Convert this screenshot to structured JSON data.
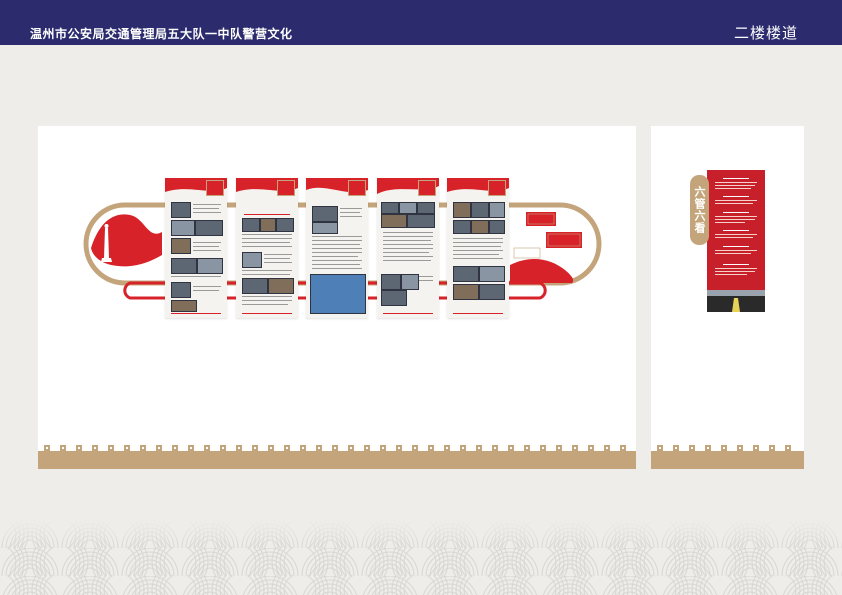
{
  "header": {
    "title": "温州市公安局交通管理局五大队一中队警营文化",
    "location": "二楼楼道"
  },
  "side_sign": {
    "title": "六管六看"
  },
  "colors": {
    "header_bg": "#2b2b6e",
    "accent_red": "#d7222a",
    "gold": "#c4a57b",
    "page_bg": "#eeedea",
    "wall": "#ffffff"
  },
  "icons": {
    "monument": "monument-icon",
    "road": "road-icon",
    "wave_pattern": "seigaiha-pattern-icon"
  }
}
